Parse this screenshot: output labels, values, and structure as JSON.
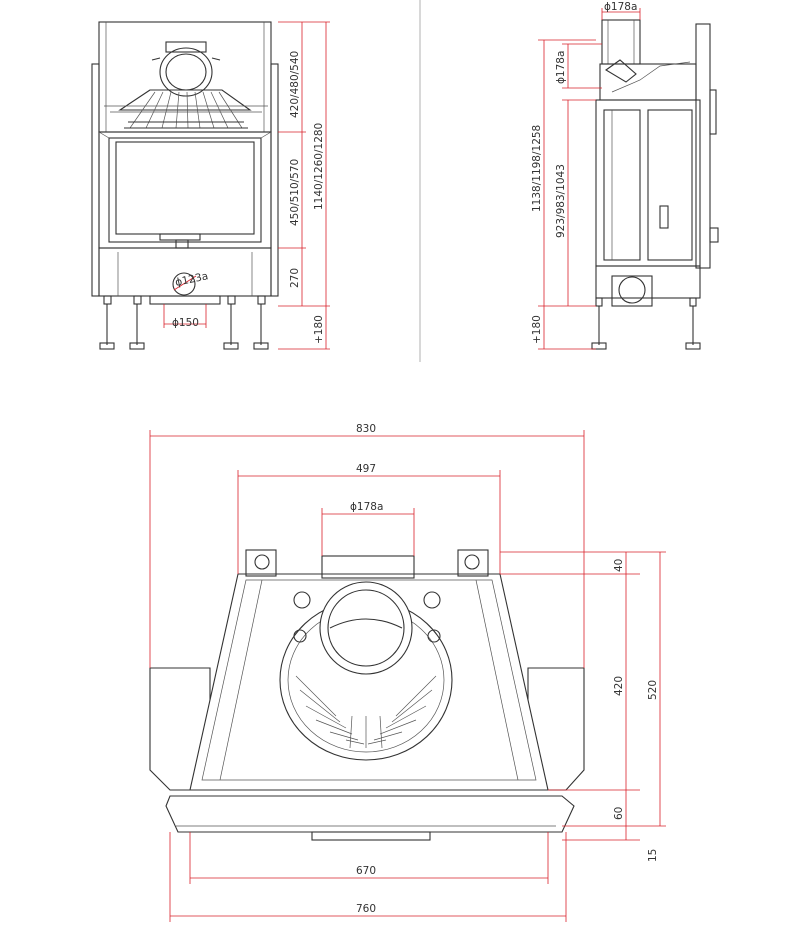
{
  "front_view": {
    "height_total": "1140/1260/1280",
    "height_top": "420/480/540",
    "height_glass": "450/510/570",
    "height_bottom": "270",
    "leg_height": "+180",
    "inlet_diameter": "ϕ123a",
    "inlet_pipe": "ϕ150"
  },
  "side_view": {
    "flue_top": "ϕ178a",
    "flue_side": "ϕ178a",
    "height_total": "1138/1198/1258",
    "height_inner": "923/983/1043",
    "leg_height": "+180"
  },
  "top_view": {
    "width_total": "830",
    "width_middle": "497",
    "flue_diameter": "ϕ178a",
    "depth_total": "520",
    "depth_body": "420",
    "depth_top": "40",
    "depth_front": "60",
    "depth_handle": "15",
    "width_front": "670",
    "width_frame": "760"
  },
  "colors": {
    "dimension": "#d9202a",
    "line": "#333333",
    "separator": "#b0b0b0"
  }
}
